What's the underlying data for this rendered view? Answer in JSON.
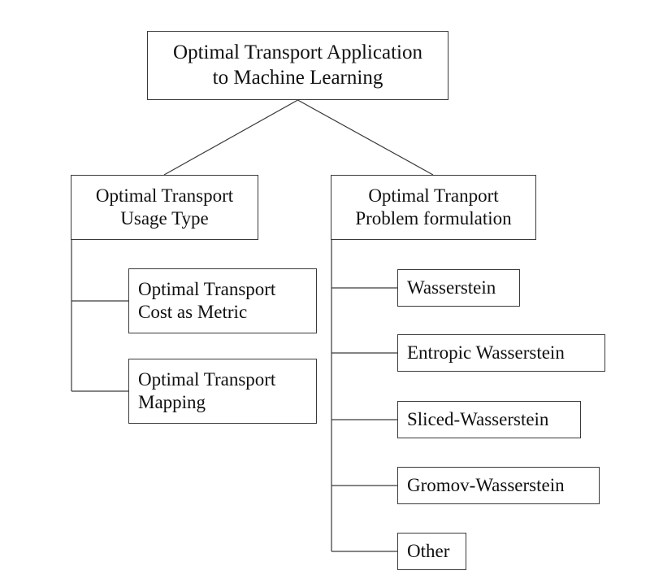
{
  "diagram": {
    "type": "tree",
    "orientation": "top-down",
    "style": {
      "box_border_color": "#3a3a3a",
      "edge_color": "#3a3a3a",
      "text_color": "#101010",
      "background": "#ffffff"
    },
    "root": {
      "id": "root",
      "lines": [
        "Optimal Transport Application",
        "to Machine Learning"
      ],
      "align": "center"
    },
    "branches": [
      {
        "id": "usage-type",
        "lines": [
          "Optimal Transport",
          "Usage Type"
        ],
        "align": "center",
        "children": [
          {
            "id": "cost-as-metric",
            "lines": [
              "Optimal Transport",
              "Cost as Metric"
            ],
            "align": "left"
          },
          {
            "id": "mapping",
            "lines": [
              "Optimal Transport",
              "Mapping"
            ],
            "align": "left"
          }
        ]
      },
      {
        "id": "problem-formulation",
        "lines": [
          "Optimal Tranport",
          "Problem formulation"
        ],
        "align": "center",
        "children": [
          {
            "id": "wasserstein",
            "lines": [
              "Wasserstein"
            ],
            "align": "left"
          },
          {
            "id": "entropic-wasserstein",
            "lines": [
              "Entropic Wasserstein"
            ],
            "align": "left"
          },
          {
            "id": "sliced-wasserstein",
            "lines": [
              "Sliced-Wasserstein"
            ],
            "align": "left"
          },
          {
            "id": "gromov-wasserstein",
            "lines": [
              "Gromov-Wasserstein"
            ],
            "align": "left"
          },
          {
            "id": "other",
            "lines": [
              "Other"
            ],
            "align": "left"
          }
        ]
      }
    ]
  }
}
